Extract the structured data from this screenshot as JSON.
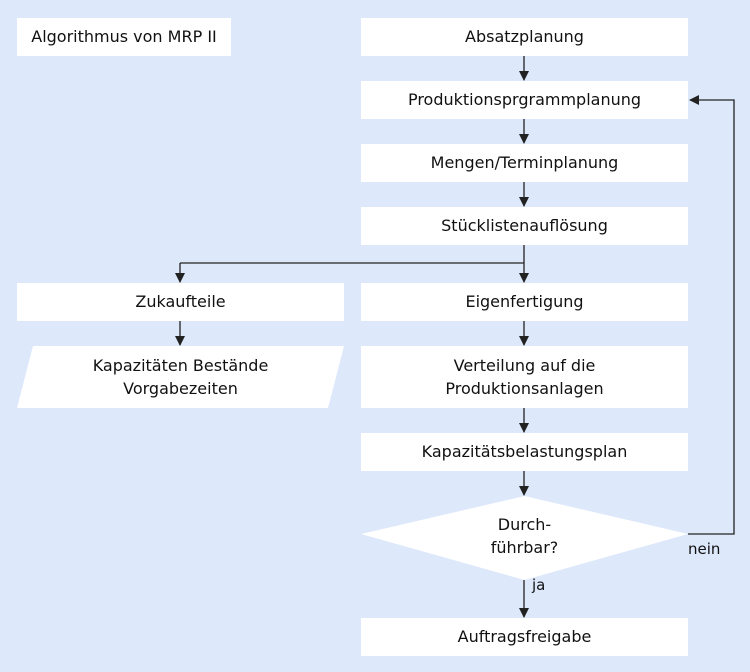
{
  "diagram": {
    "title": "Algorithmus von MRP II",
    "nodes": {
      "absatzplanung": "Absatzplanung",
      "produktionsprogrammplanung": "Produktionsprgrammplanung",
      "mengen_terminplanung": "Mengen/Terminplanung",
      "stuecklistenaufloesung": "Stücklistenauflösung",
      "zukaufteile": "Zukaufteile",
      "kapazitaeten": [
        "Kapazitäten Bestände",
        "Vorgabezeiten"
      ],
      "eigenfertigung": "Eigenfertigung",
      "verteilung": [
        "Verteilung auf die",
        "Produktionsanlagen"
      ],
      "kapazitaetsbelastungsplan": "Kapazitätsbelastungsplan",
      "durchfuehrbar": [
        "Durch-",
        "führbar?"
      ],
      "auftragsfreigabe": "Auftragsfreigabe"
    },
    "edge_labels": {
      "yes": "ja",
      "no": "nein"
    },
    "colors": {
      "background": "#dde8fb",
      "box": "#ffffff",
      "line": "#222222"
    }
  }
}
